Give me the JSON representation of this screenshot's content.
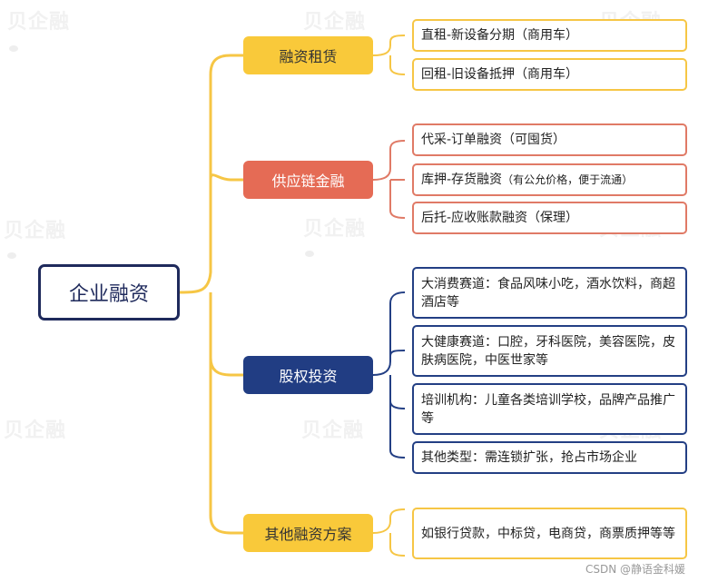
{
  "root": {
    "label": "企业融资"
  },
  "categories": [
    {
      "label": "融资租赁",
      "color": "yellow",
      "items": [
        {
          "text": "直租-新设备分期（商用车）"
        },
        {
          "text": "回租-旧设备抵押（商用车）"
        }
      ]
    },
    {
      "label": "供应链金融",
      "color": "red",
      "items": [
        {
          "text": "代采-订单融资（可囤货）"
        },
        {
          "text": "库押-存货融资",
          "note": "（有公允价格，便于流通）"
        },
        {
          "text": "后托-应收账款融资（保理）"
        }
      ]
    },
    {
      "label": "股权投资",
      "color": "navy",
      "items": [
        {
          "text": "大消费赛道：食品风味小吃，酒水饮料，商超酒店等"
        },
        {
          "text": "大健康赛道：口腔，牙科医院，美容医院，皮肤病医院，中医世家等"
        },
        {
          "text": "培训机构：儿童各类培训学校，品牌产品推广等"
        },
        {
          "text": "其他类型：需连锁扩张，抢占市场企业"
        }
      ]
    },
    {
      "label": "其他融资方案",
      "color": "yellow",
      "items": [
        {
          "text": "如银行贷款，中标贷，电商贷，商票质押等等"
        }
      ]
    }
  ],
  "watermark": {
    "text": "贝企融"
  },
  "footer": {
    "text": "CSDN @静语金科媛"
  },
  "colors": {
    "yellow": "#f9c93a",
    "red": "#e56b55",
    "navy": "#213d83",
    "root_border": "#1f2a5c"
  }
}
